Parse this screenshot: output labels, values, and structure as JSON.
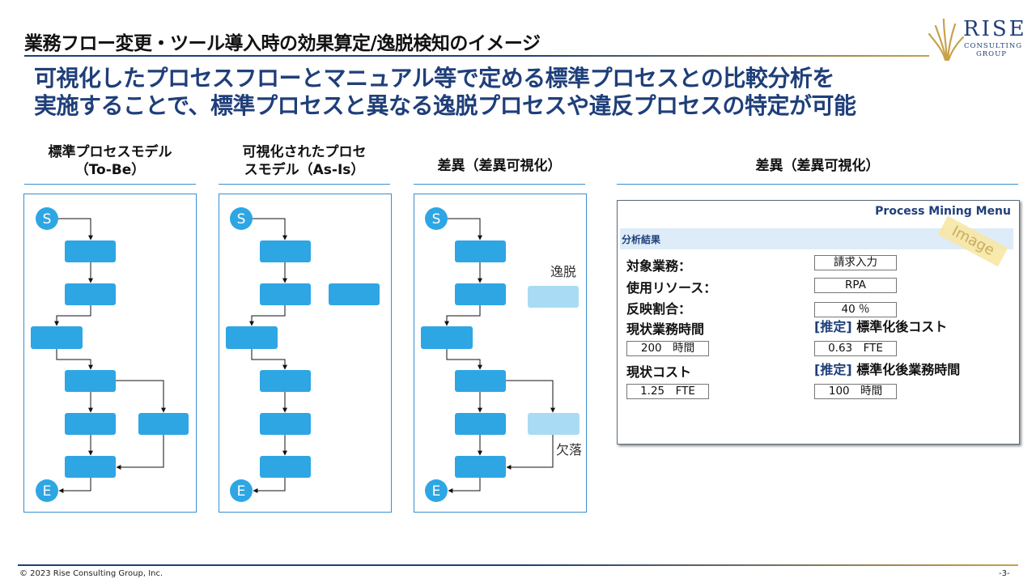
{
  "header": {
    "page_title": "業務フロー変更・ツール導入時の効果算定/逸脱検知のイメージ",
    "headline_line1": "可視化したプロセスフローとマニュアル等で定める標準プロセスとの比較分析を",
    "headline_line2": "実施することで、標準プロセスと異なる逸脱プロセスや違反プロセスの特定が可能"
  },
  "logo": {
    "word": "RISE",
    "sub_line1": "CONSULTING",
    "sub_line2": "GROUP"
  },
  "columns": [
    {
      "line1": "標準プロセスモデル",
      "line2": "（To-Be）"
    },
    {
      "line1": "可視化されたプロセ",
      "line2": "スモデル（As-Is）"
    },
    {
      "line1": "差異（差異可視化）",
      "line2": ""
    },
    {
      "line1": "差異（差異可視化）",
      "line2": ""
    }
  ],
  "flow": {
    "start_label": "S",
    "end_label": "E",
    "deviation_label": "逸脱",
    "missing_label": "欠落"
  },
  "mining_panel": {
    "menu_title": "Process Mining Menu",
    "results_label": "分析結果",
    "stamp": "Image",
    "target_label": "対象業務：",
    "target_value": "請求入力",
    "resource_label": "使用リソース：",
    "resource_value": "RPA",
    "ratio_label": "反映割合：",
    "ratio_value": "40 ％",
    "current_time_label": "現状業務時間",
    "current_time_value": "200　時間",
    "est_cost_tag": "[推定]",
    "est_cost_label": "標準化後コスト",
    "est_cost_value": "0.63　FTE",
    "current_cost_label": "現状コスト",
    "current_cost_value": "1.25　FTE",
    "est_time_tag": "[推定]",
    "est_time_label": "標準化後業務時間",
    "est_time_value": "100　時間"
  },
  "footer": {
    "copyright": "© 2023 Rise Consulting Group, Inc.",
    "page_number": "-3-"
  },
  "colors": {
    "primary_navy": "#1f3f7a",
    "flow_blue": "#2ea6e4",
    "flow_light": "#a9dcf4",
    "panel_border": "#3b8fd0",
    "gold": "#c7a24a"
  }
}
